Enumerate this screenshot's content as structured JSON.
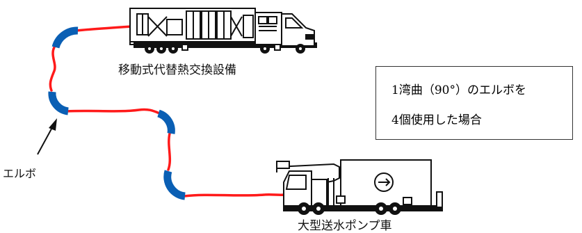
{
  "labels": {
    "heat_exchanger": "移動式代替熱交換設備",
    "pump_truck": "大型送水ポンプ車",
    "elbow": "エルボ"
  },
  "note": {
    "line1": "1湾曲（90°）のエルボを",
    "line2": "4個使用した場合"
  },
  "colors": {
    "hose": "#ff1a1a",
    "elbow": "#0a5fb4",
    "outline": "#111111"
  },
  "elbow_count": 4
}
